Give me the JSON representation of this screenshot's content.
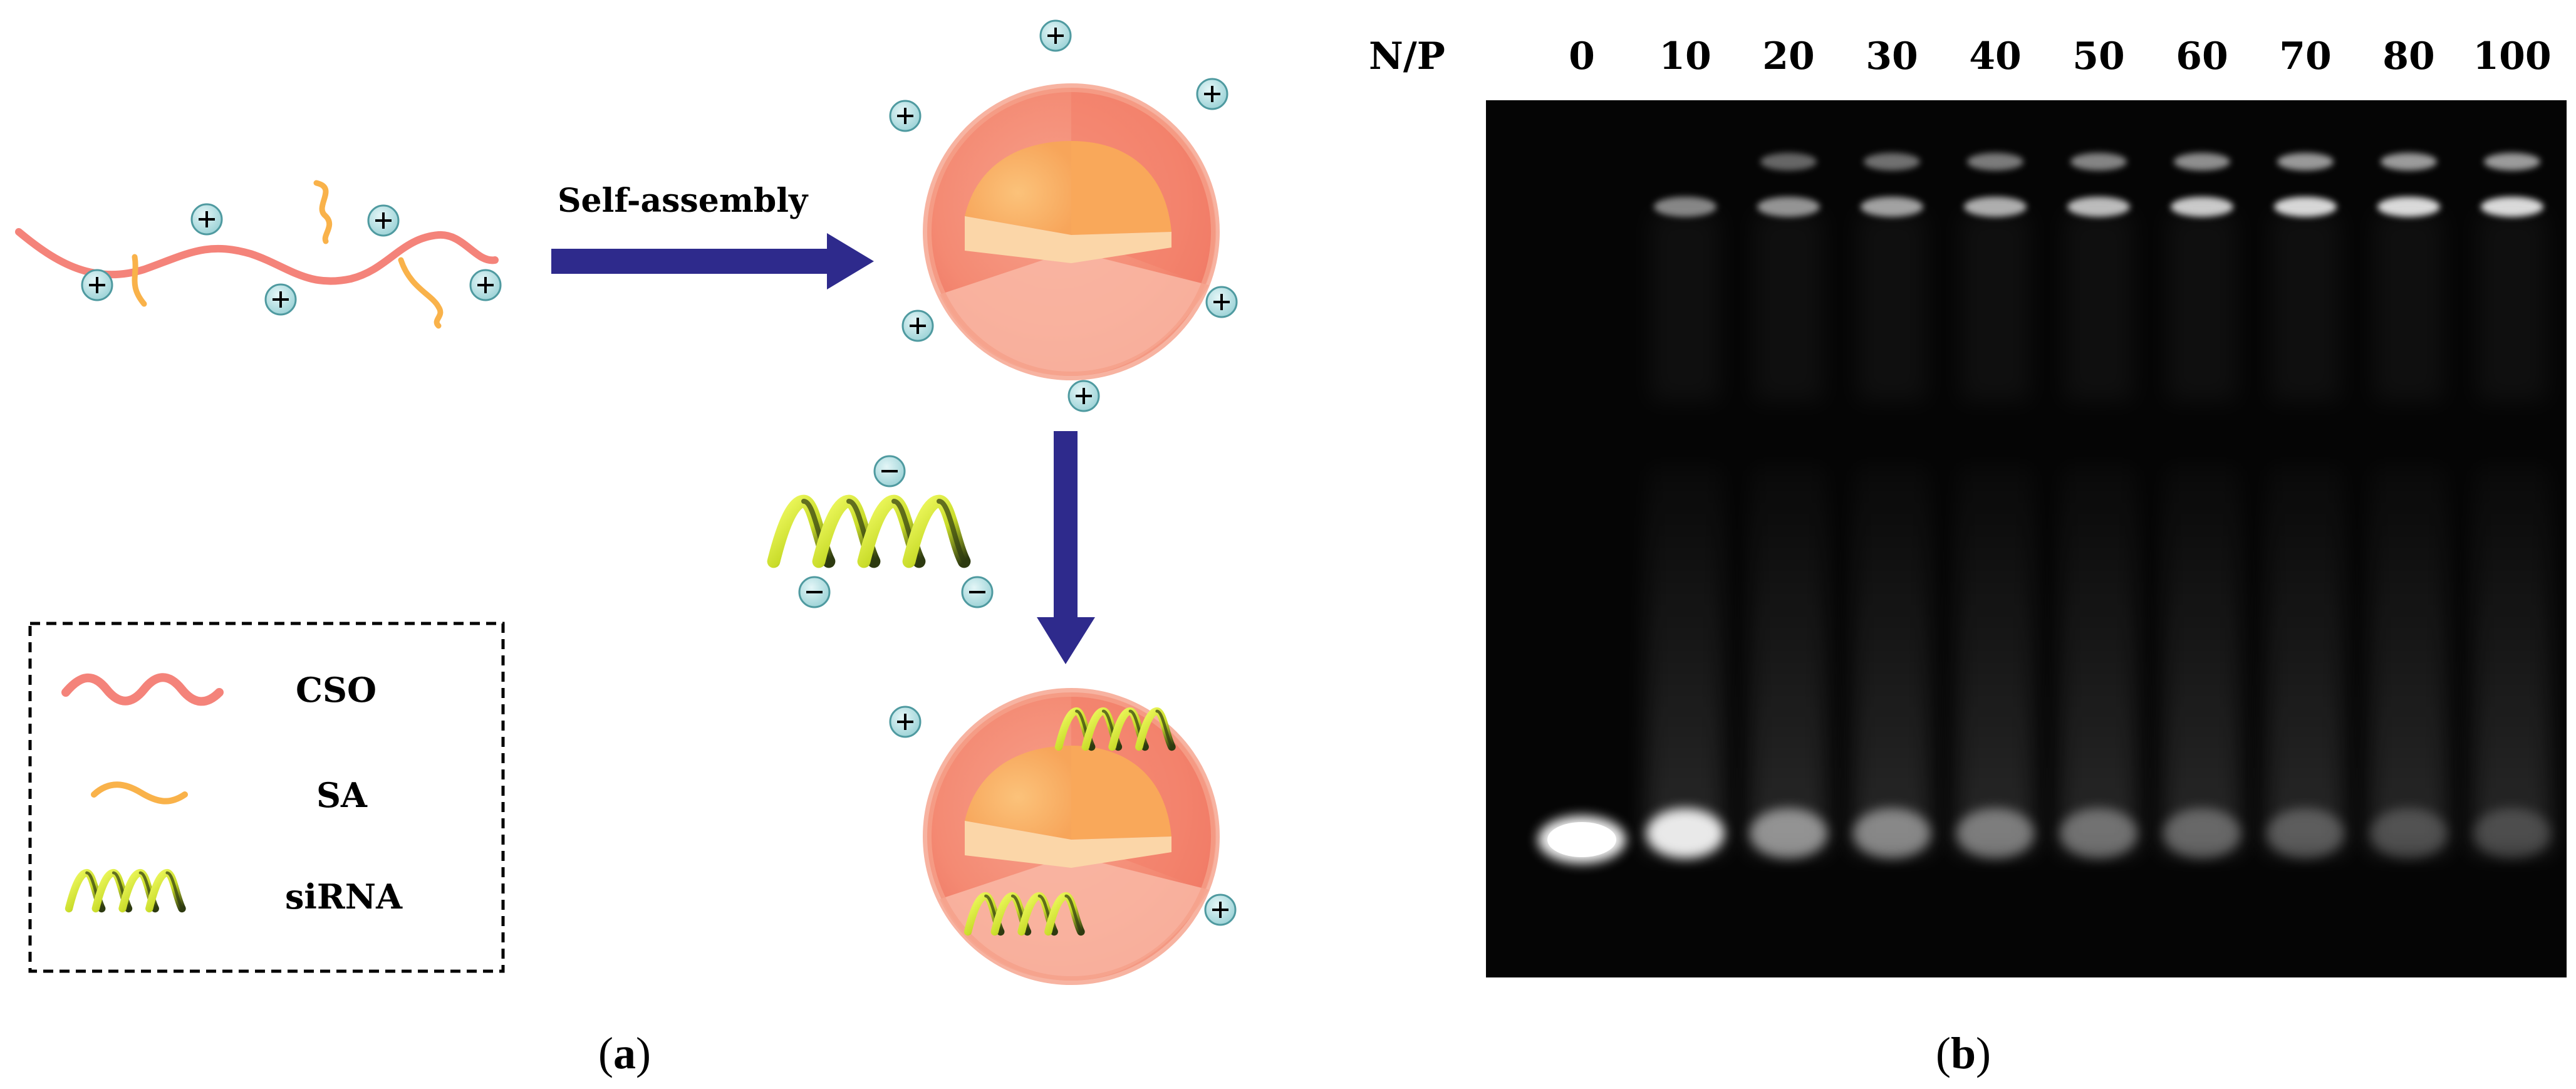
{
  "panel_a": {
    "label_letter": "a",
    "arrow_label": "Self-assembly",
    "legend": [
      {
        "label": "CSO",
        "icon": "cso-chain-icon"
      },
      {
        "label": "SA",
        "icon": "sa-chain-icon"
      },
      {
        "label": "siRNA",
        "icon": "sirna-helix-icon"
      }
    ],
    "colors": {
      "cso": "#f4837a",
      "sa": "#f9b24a",
      "arrow": "#2e2a8c",
      "charge": "#b9e3e6",
      "sirna_light": "#e7f04a",
      "sirna_dark": "#2d3a10",
      "micelle_shell": "#f48e7a",
      "micelle_core": "#f9b060"
    }
  },
  "panel_b": {
    "label_letter": "b",
    "np_header": "N/P",
    "lanes": [
      "0",
      "10",
      "20",
      "30",
      "40",
      "50",
      "60",
      "70",
      "80",
      "100"
    ],
    "colors": {
      "gel_bg": "#050505",
      "band": "#ffffff"
    }
  }
}
